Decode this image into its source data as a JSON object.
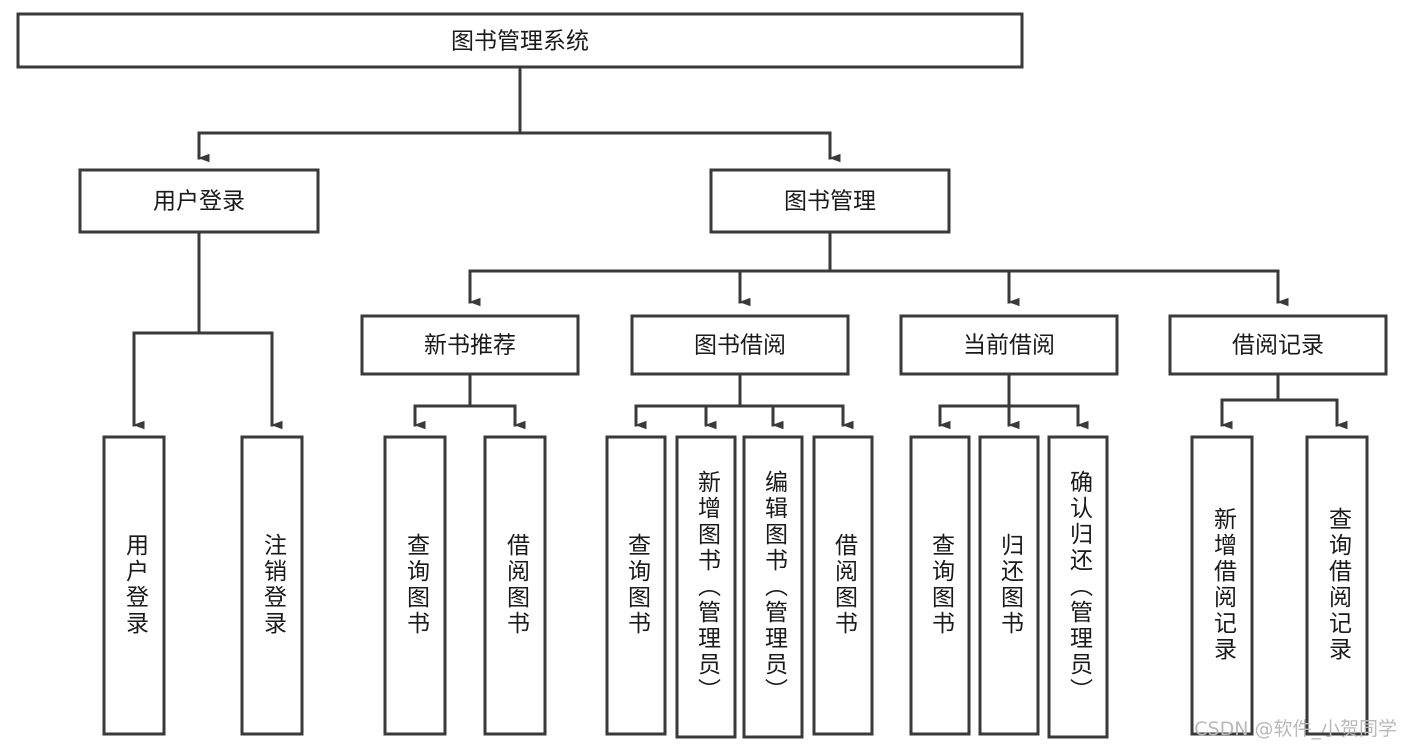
{
  "diagram": {
    "title": "图书管理系统",
    "type": "tree",
    "watermark": "CSDN @软件_小贺同学",
    "colors": {
      "box_stroke": "#3a3a3a",
      "box_fill": "#ffffff",
      "line": "#3a3a3a",
      "text": "#1a1a1a",
      "background": "#ffffff",
      "watermark": "#b9b9b9"
    },
    "root": {
      "label": "图书管理系统"
    },
    "level2": [
      {
        "label": "用户登录"
      },
      {
        "label": "图书管理"
      }
    ],
    "level3": [
      {
        "label": "新书推荐"
      },
      {
        "label": "图书借阅"
      },
      {
        "label": "当前借阅"
      },
      {
        "label": "借阅记录"
      }
    ],
    "leaves": {
      "user_login": [
        {
          "label": "用户登录"
        },
        {
          "label": "注销登录"
        }
      ],
      "new_book_recommend": [
        {
          "label": "查询图书"
        },
        {
          "label": "借阅图书"
        }
      ],
      "book_borrow": [
        {
          "label": "查询图书"
        },
        {
          "label": "新增图书（管理员）"
        },
        {
          "label": "编辑图书（管理员）"
        },
        {
          "label": "借阅图书"
        }
      ],
      "current_borrow": [
        {
          "label": "查询图书"
        },
        {
          "label": "归还图书"
        },
        {
          "label": "确认归还（管理员）"
        }
      ],
      "borrow_record": [
        {
          "label": "新增借阅记录"
        },
        {
          "label": "查询借阅记录"
        }
      ]
    }
  }
}
